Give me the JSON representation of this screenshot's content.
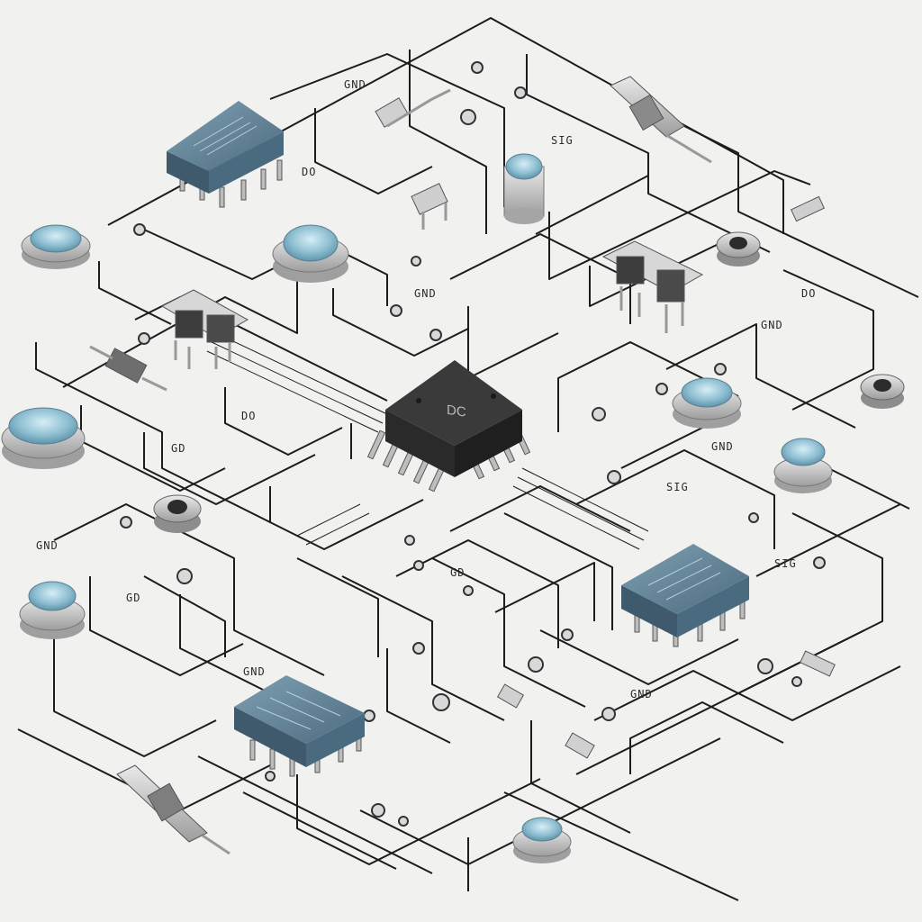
{
  "central_chip": {
    "label": "DC"
  },
  "colors": {
    "background": "#f1f1ef",
    "trace": "#1c1c1c",
    "chip_dark": "#3a3a3a",
    "chip_blue": "#5f7f95",
    "button_blue": "#8fbfd2",
    "metal": "#c8c8c8"
  },
  "labels": [
    "GND",
    "GND",
    "GND",
    "GND",
    "GND",
    "GND",
    "GND",
    "SIG",
    "SIG",
    "SIG",
    "GD",
    "GD",
    "GD",
    "DO",
    "DO",
    "DO"
  ]
}
